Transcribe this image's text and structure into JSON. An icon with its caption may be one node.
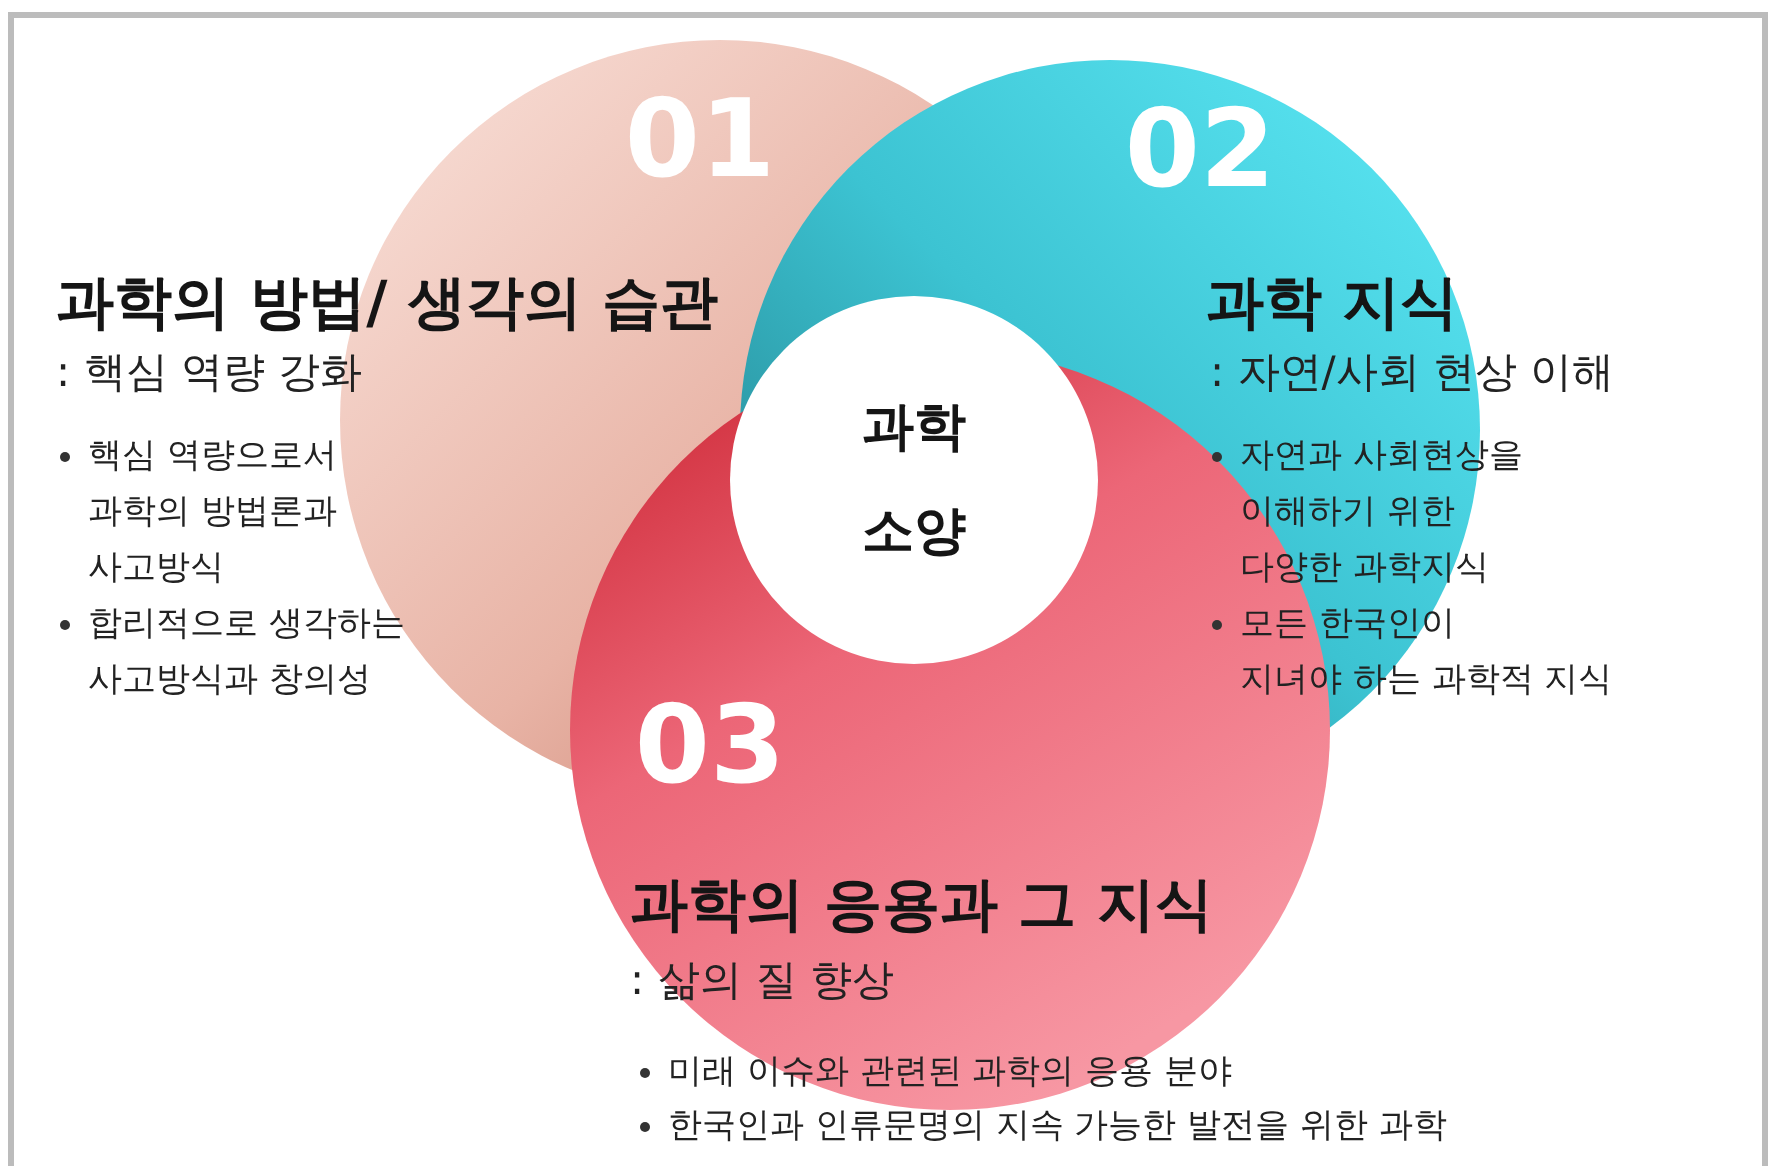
{
  "diagram": {
    "nodes": [
      {
        "text": [
          "01",
          "과학의 방법/ 생각의 습관",
          ": 핵심 역량 강화",
          "핵심 역량으로서 과학의 방법론과 사고방식",
          "합리적으로 생각하는 사고방식과 창의성"
        ]
      },
      {
        "text": [
          "02",
          "과학 지식",
          ": 자연/사회 현상 이해",
          "자연과 사회현상을 이해하기 위한 다양한 과학지식",
          "모든 한국인이 지녀야 하는 과학적 지식"
        ]
      },
      {
        "text": [
          "03",
          "과학의 응용과 그 지식",
          ": 삶의 질 향상",
          "미래 이슈와 관련된 과학의 응용 분야",
          "한국인과 인류문명의 지속 가능한 발전을 위한 과학"
        ]
      },
      {
        "text": [
          "과학 소양"
        ]
      }
    ]
  }
}
